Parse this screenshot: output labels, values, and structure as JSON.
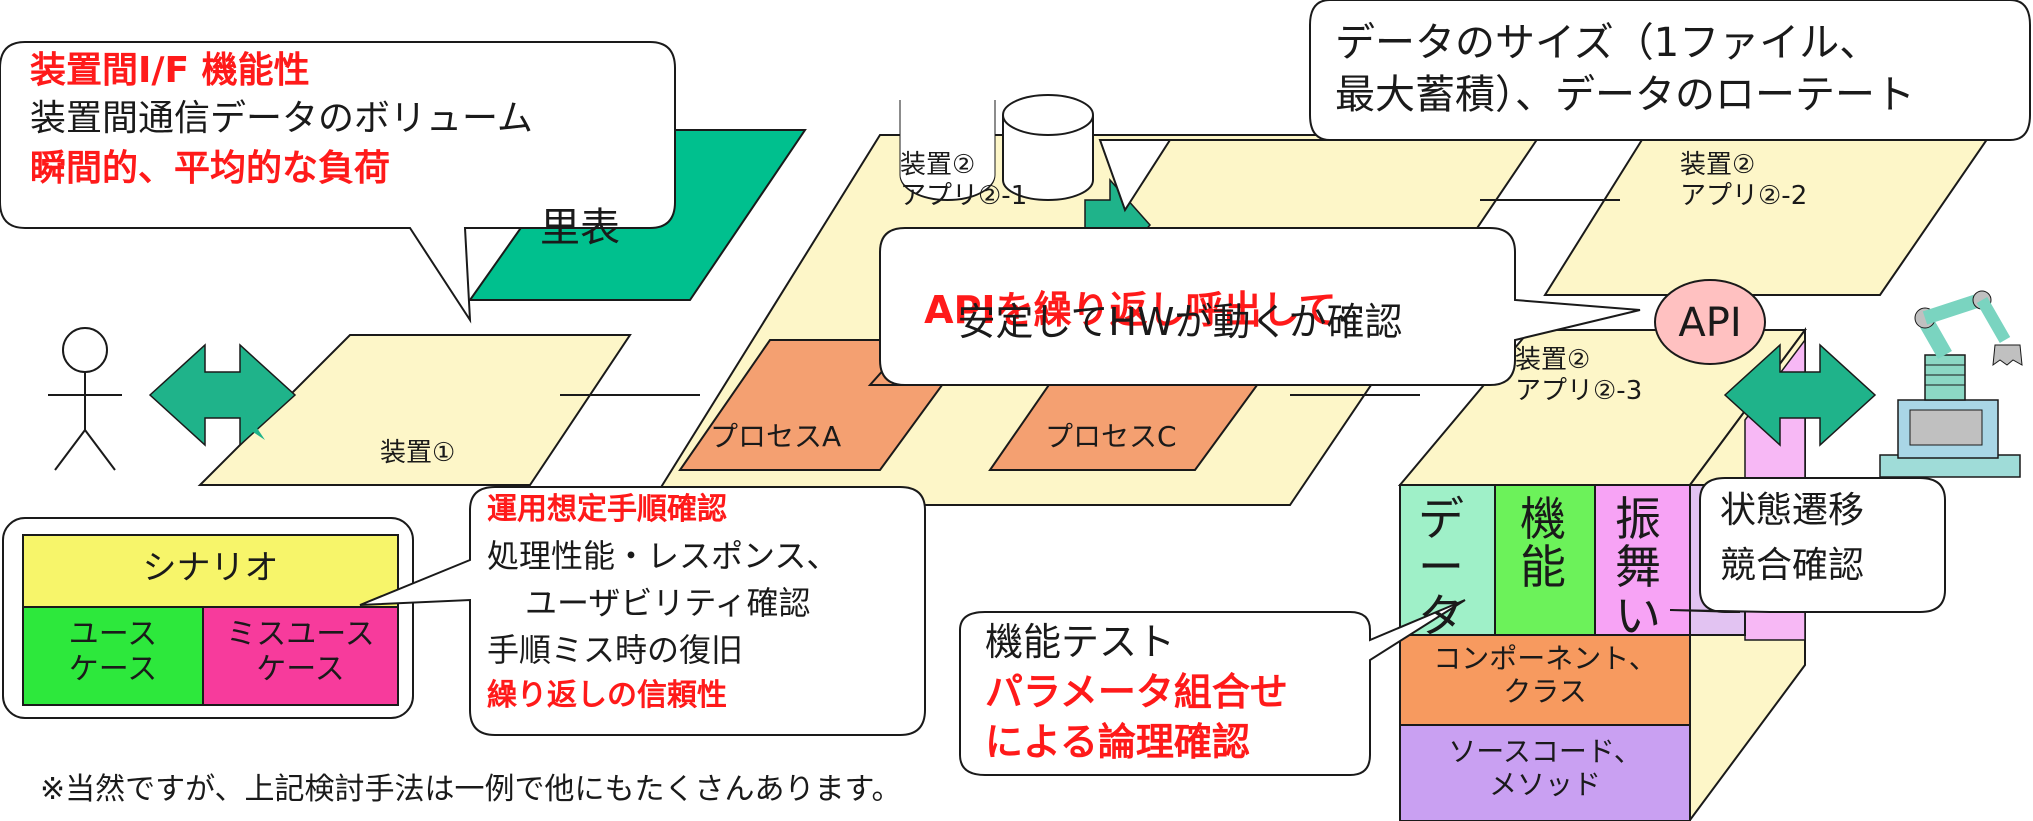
{
  "callouts": {
    "interface": {
      "title": "装置間I/F 機能性",
      "line1": "装置間通信データのボリューム",
      "line2": "瞬間的、平均的な負荷"
    },
    "data_size": {
      "line1": "データのサイズ（1ファイル、",
      "line2": "最大蓄積）、データのローテート"
    },
    "api_repeat": {
      "red": "APIを繰り返し呼出して",
      "suffix": "、",
      "line2": "安定してHWが動くか確認"
    },
    "operation": {
      "title": "運用想定手順確認",
      "line2": "処理性能・レスポンス、",
      "line3": "ユーザビリティ確認",
      "line4": "手順ミス時の復旧",
      "line5": "繰り返しの信頼性"
    },
    "state": {
      "line1": "状態遷移",
      "line2": "競合確認"
    },
    "function_test": {
      "line1": "機能テスト",
      "line2": "パラメータ組合せ",
      "line3": "による論理確認"
    }
  },
  "scenario": {
    "title": "シナリオ",
    "use_case": "ユース\nケース",
    "misuse_case": "ミスユース\nケース"
  },
  "devices": {
    "device1": "装置①",
    "app2_1": "装置②\nアプリ②-1",
    "app2_2": "装置②\nアプリ②-2",
    "app2_3": "装置②\nアプリ②-3",
    "hidden_fragment": "里表"
  },
  "processes": {
    "a": "プロセスA",
    "c": "プロセスC"
  },
  "api_label": "API",
  "layers": {
    "data": "デ\nー\nタ",
    "function": "機\n能",
    "behavior": "振\n舞\nい",
    "component": "コンポーネント、\nクラス",
    "source": "ソースコード、\nメソッド"
  },
  "footnote": "※当然ですが、上記検討手法は一例で他にもたくさんあります。",
  "colors": {
    "device_fill": "#fdf6c8",
    "teal": "#00b894",
    "arrow": "#1fb38a",
    "process": "#f4a071",
    "red_text": "#ff1a1a",
    "api_fill": "#ffc1c1",
    "yellow": "#f7f56a",
    "green": "#2de83c",
    "magenta": "#f73b9c",
    "layer_data": "#9ff0c8",
    "layer_function": "#6cf25a",
    "layer_behavior": "#f7a3f5",
    "layer_component": "#f79a5f",
    "layer_source": "#c9a0f2"
  },
  "icons": [
    "database-icon",
    "stick-figure-icon",
    "robot-arm-icon"
  ]
}
